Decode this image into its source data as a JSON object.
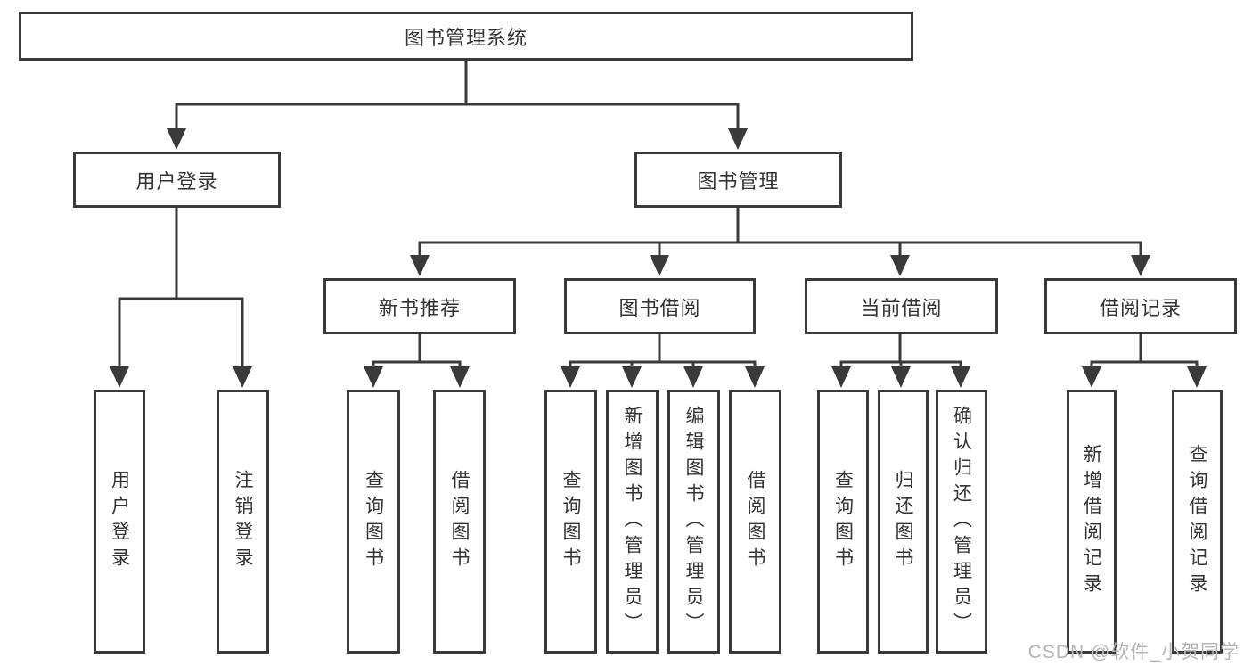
{
  "diagram": {
    "root": {
      "label": "图书管理系统"
    },
    "user_login": {
      "label": "用户登录",
      "children": [
        "用户登录",
        "注销登录"
      ]
    },
    "book_management": {
      "label": "图书管理",
      "sections": [
        {
          "label": "新书推荐",
          "children": [
            "查询图书",
            "借阅图书"
          ]
        },
        {
          "label": "图书借阅",
          "children": [
            "查询图书",
            "新增图书（管理员）",
            "编辑图书（管理员）",
            "借阅图书"
          ]
        },
        {
          "label": "当前借阅",
          "children": [
            "查询图书",
            "归还图书",
            "确认归还（管理员）"
          ]
        },
        {
          "label": "借阅记录",
          "children": [
            "新增借阅记录",
            "查询借阅记录"
          ]
        }
      ]
    }
  },
  "watermark": {
    "text": "CSDN @软件_小贺同学"
  },
  "colors": {
    "line": "#3a3a3a",
    "box_border": "#3a3a3a",
    "text": "#333333",
    "watermark": "#b5b5b5",
    "background": "#ffffff"
  }
}
